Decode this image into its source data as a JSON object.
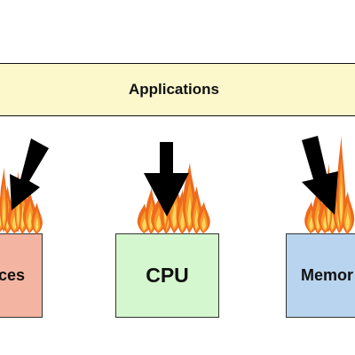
{
  "applications": {
    "label": "Applications",
    "fill": "#fcf8cc"
  },
  "resources": [
    {
      "id": "devices",
      "label": "ces",
      "fill": "#f3b4a2"
    },
    {
      "id": "cpu",
      "label": "CPU",
      "fill": "#d5f7cf"
    },
    {
      "id": "memory",
      "label": "Memor",
      "fill": "#b9d4ee"
    }
  ],
  "icons": {
    "arrow": "down-arrow-icon",
    "fire": "fire-icon"
  },
  "colors": {
    "flame_outer": "#ee6a1e",
    "flame_mid": "#f89a2a",
    "flame_inner": "#fcd85c",
    "arrow": "#000000"
  }
}
